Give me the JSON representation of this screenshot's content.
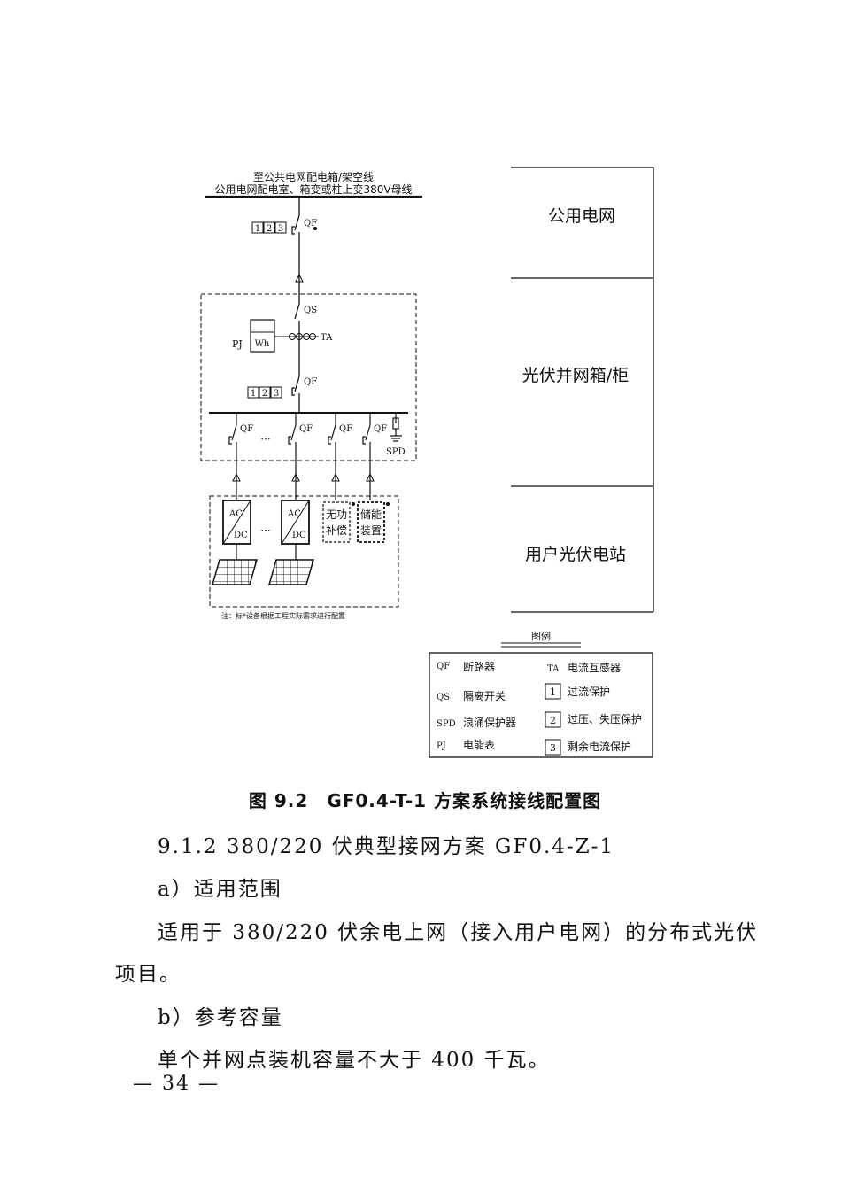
{
  "diagram": {
    "top_label_1": "至公共电网配电箱/架空线",
    "top_label_2": "公用电网配电室、箱变或柱上变380V母线",
    "zones": [
      "公用电网",
      "光伏并网箱/柜",
      "用户光伏电站"
    ],
    "symbols": {
      "qf": "QF",
      "qs": "QS",
      "ta": "TA",
      "pj": "PJ",
      "wh": "Wh",
      "spd": "SPD",
      "prot": [
        "1",
        "2",
        "3"
      ],
      "ellipsis": "···",
      "ac": "AC",
      "dc": "DC",
      "reactive_1": "无功",
      "reactive_2": "补偿",
      "storage_1": "储能",
      "storage_2": "装置"
    },
    "note": "注：标*设备根据工程实际需求进行配置",
    "legend": {
      "title": "图例",
      "rows": [
        {
          "code": "QF",
          "label": "断路器"
        },
        {
          "code": "QS",
          "label": "隔离开关"
        },
        {
          "code": "SPD",
          "label": "浪涌保护器"
        },
        {
          "code": "PJ",
          "label": "电能表"
        }
      ],
      "ta": {
        "code": "TA",
        "label": "电流互感器"
      },
      "prot": [
        {
          "num": "1",
          "label": "过流保护"
        },
        {
          "num": "2",
          "label": "过压、失压保护"
        },
        {
          "num": "3",
          "label": "剩余电流保护"
        }
      ]
    }
  },
  "caption": "图 9.2　GF0.4-T-1 方案系统接线配置图",
  "heading": "9.1.2 380/220 伏典型接网方案 GF0.4-Z-1",
  "sec_a": "a）适用范围",
  "para_a_1": "适用于 380/220 伏余电上网（接入用户电网）的分布式光伏",
  "para_a_2": "项目。",
  "sec_b": "b）参考容量",
  "para_b": "单个并网点装机容量不大于 400 千瓦。",
  "page_number": "— 34 —"
}
